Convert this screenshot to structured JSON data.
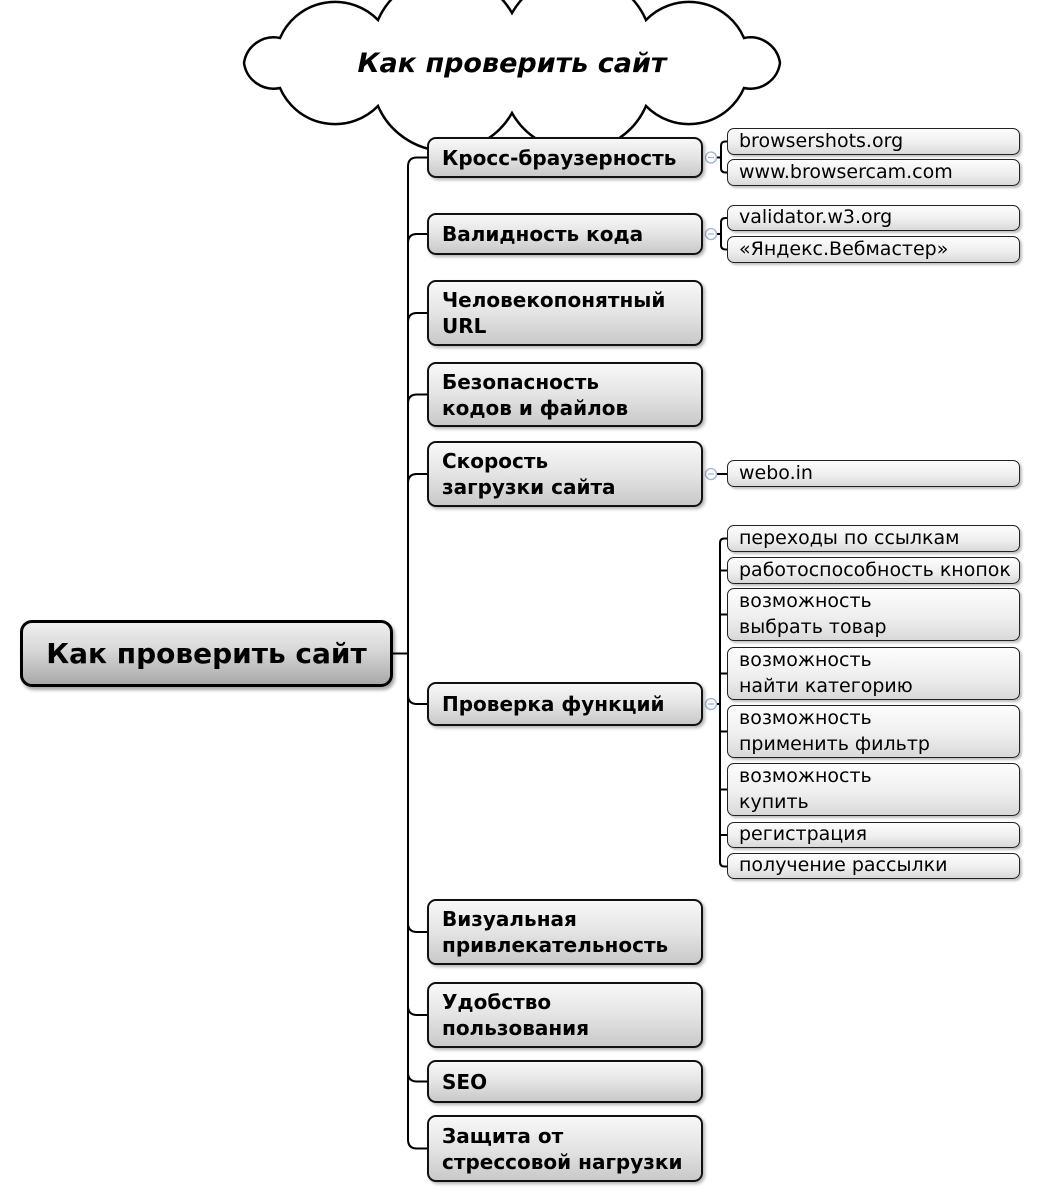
{
  "cloud": {
    "label": "Как проверить сайт"
  },
  "root": {
    "label": "Как проверить сайт"
  },
  "branches": [
    {
      "label": "Кросс-браузерность",
      "children": [
        "browsershots.org",
        "www.browsercam.com"
      ]
    },
    {
      "label": "Валидность кода",
      "children": [
        "validator.w3.org",
        "«Яндекс.Вебмастер»"
      ]
    },
    {
      "label": "Человекопонятный\nURL",
      "children": []
    },
    {
      "label": "Безопасность\nкодов и файлов",
      "children": []
    },
    {
      "label": "Скорость\nзагрузки сайта",
      "children": [
        "webo.in"
      ]
    },
    {
      "label": "Проверка функций",
      "children": [
        "переходы по ссылкам",
        "работоспособность кнопок",
        "возможность\nвыбрать товар",
        "возможность\nнайти категорию",
        "возможность\nприменить фильтр",
        "возможность\nкупить",
        "регистрация",
        "получение рассылки"
      ]
    },
    {
      "label": "Визуальная\nпривлекательность",
      "children": []
    },
    {
      "label": "Удобство\nпользования",
      "children": []
    },
    {
      "label": "SEO",
      "children": []
    },
    {
      "label": "Защита от\nстрессовой нагрузки",
      "children": []
    }
  ],
  "style": {
    "background": "#ffffff",
    "line_color": "#000000",
    "node_border": "#111111",
    "node_fill_top": "#fbfbfb",
    "node_fill_bottom": "#c9c9c9",
    "collapse_accent": "#9db3d8",
    "text_color": "#000000"
  }
}
